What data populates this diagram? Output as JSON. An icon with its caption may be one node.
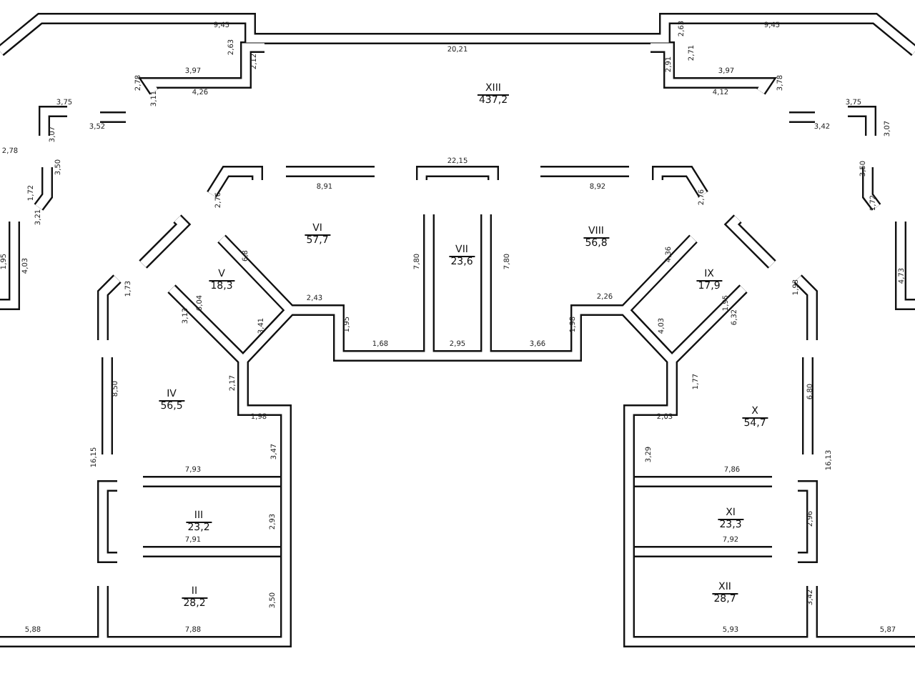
{
  "diagram": {
    "labels": [
      "9,45",
      "9,45",
      "2,63",
      "2,63",
      "20,21",
      "2,12",
      "2,71",
      "2,91",
      "3,97",
      "3,97",
      "2,78",
      "3,78",
      "4,26",
      "4,12",
      "3,75",
      "3,11",
      "XIII",
      "437,2",
      "3,75",
      "3,52",
      "3,42",
      "3,07",
      "3,07",
      "2,78",
      "3,50",
      "3,50",
      "22,15",
      "8,91",
      "8,92",
      "1,72",
      "2,76",
      "2,76",
      "1,72",
      "3,21",
      "VI",
      "57,7",
      "6,8",
      "VII",
      "23,6",
      "VIII",
      "56,8",
      "1,95",
      "4,03",
      "7,80",
      "7,80",
      "4,36",
      "4,73",
      "V",
      "18,3",
      "IX",
      "17,9",
      "1,73",
      "1,93",
      "2,43",
      "2,26",
      "6,04",
      "1,95",
      "3,13",
      "3,41",
      "1,95",
      "1,98",
      "4,03",
      "6,32",
      "1,68",
      "2,95",
      "3,66",
      "2,17",
      "1,77",
      "8,50",
      "6,80",
      "IV",
      "56,5",
      "X",
      "54,7",
      "1,98",
      "2,03",
      "16,15",
      "3,47",
      "3,29",
      "16,13",
      "7,93",
      "7,86",
      "III",
      "23,2",
      "XI",
      "23,3",
      "2,93",
      "2,96",
      "7,91",
      "7,92",
      "II",
      "28,2",
      "XII",
      "28,7",
      "3,50",
      "3,42",
      "5,88",
      "7,88",
      "5,93",
      "5,87"
    ]
  }
}
